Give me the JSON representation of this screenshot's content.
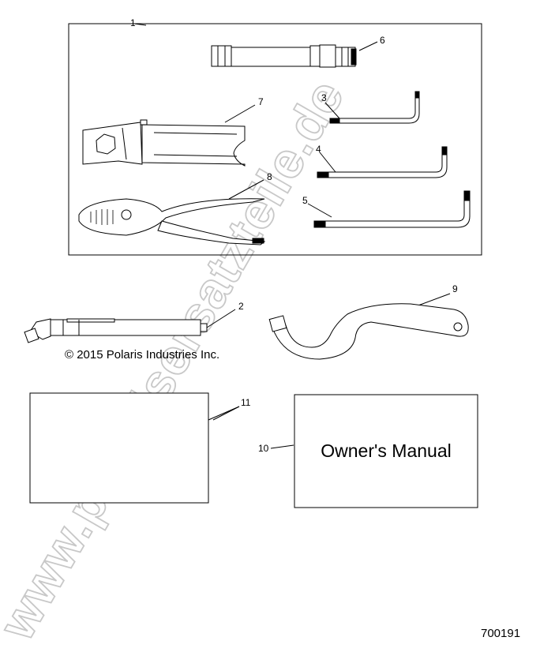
{
  "callouts": [
    "1",
    "2",
    "3",
    "4",
    "5",
    "6",
    "7",
    "8",
    "9",
    "10",
    "11"
  ],
  "copyright": "© 2015 Polaris Industries Inc.",
  "manual_title": "Owner's Manual",
  "diagram_number": "700191",
  "watermark": "www.polarisersatzteile.de",
  "colors": {
    "line": "#000000",
    "watermark": "#c8c8c8",
    "background": "#ffffff"
  }
}
